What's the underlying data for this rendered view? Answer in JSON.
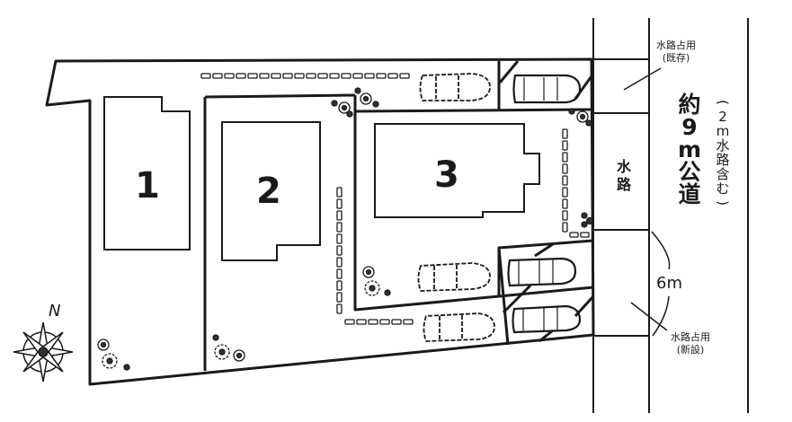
{
  "site_plan": {
    "lots": [
      {
        "id": "lot-1",
        "label": "1"
      },
      {
        "id": "lot-2",
        "label": "2"
      },
      {
        "id": "lot-3",
        "label": "3"
      }
    ],
    "road": {
      "label_chars": [
        "約",
        "9",
        "m",
        "公",
        "道"
      ],
      "note_chars": [
        "(",
        "2",
        "m",
        "水",
        "路",
        "含",
        "む",
        ")"
      ],
      "label": "約9m公道",
      "note": "(2m水路含む)"
    },
    "waterway": {
      "label_chars": [
        "水",
        "路"
      ],
      "label": "水路"
    },
    "annotations": {
      "existing_occupancy_line1": "水路占用",
      "existing_occupancy_line2": "(既存)",
      "new_occupancy_line1": "水路占用",
      "new_occupancy_line2": "(新設)",
      "entrance_width": "6m"
    },
    "compass": {
      "north_label": "N"
    },
    "parking": {
      "solid_cars": 3,
      "dashed_cars": 3
    },
    "colors": {
      "line": "#1a1a1a",
      "background": "#ffffff"
    }
  }
}
